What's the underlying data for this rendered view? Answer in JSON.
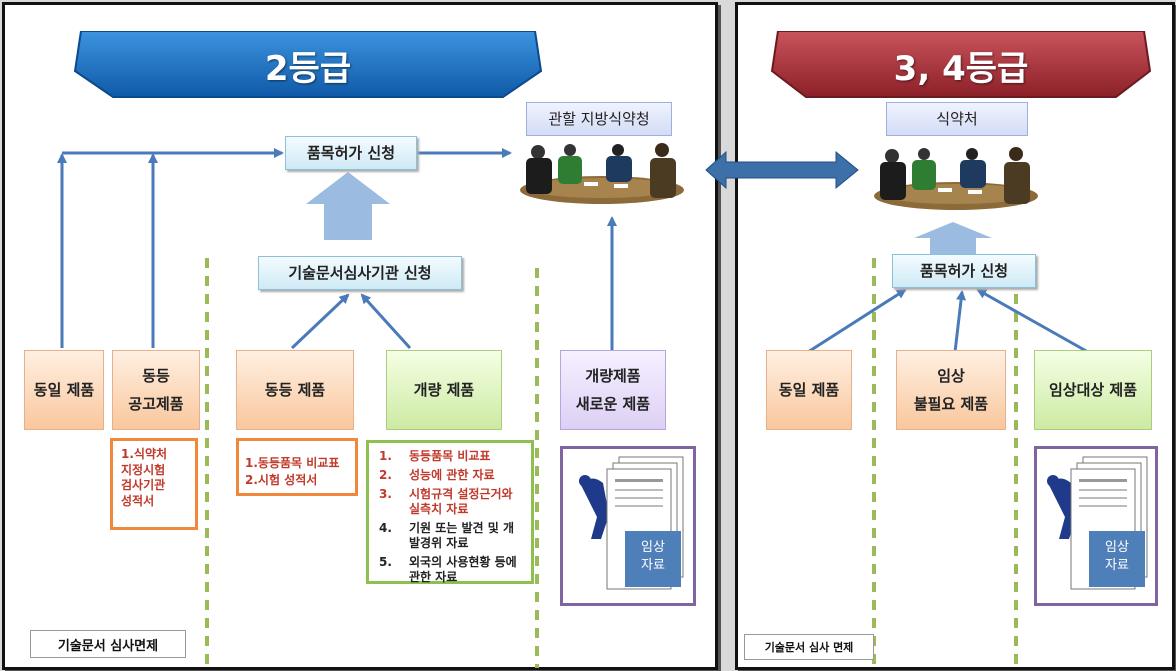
{
  "left": {
    "banner": "2등급",
    "apply_top": "품목허가 신청",
    "regional_office": "관할 지방식약청",
    "tech_review": "기술문서심사기관 신청",
    "products": {
      "same": "동일 제품",
      "equivalent_notice_1": "동등",
      "equivalent_notice_2": "공고제품",
      "equivalent": "동등 제품",
      "improved": "개량 제품",
      "improved_new_1": "개량제품",
      "improved_new_2": "새로운 제품"
    },
    "note_notice": [
      "1.식약처",
      "지정시험",
      "검사기관",
      "성적서"
    ],
    "note_equivalent": [
      "1.동등품목 비교표",
      "2.시험 성적서"
    ],
    "note_improved": [
      {
        "n": "1.",
        "text": "동등품목 비교표",
        "red": true
      },
      {
        "n": "2.",
        "text": "성능에 관한 자료",
        "red": true
      },
      {
        "n": "3.",
        "text": "시험규격 설정근거와 실측치 자료",
        "red": true
      },
      {
        "n": "4.",
        "text": "기원 또는 발견 및 개발경위 자료",
        "red": false
      },
      {
        "n": "5.",
        "text": "외국의 사용현황 등에 관한 자료",
        "red": false
      }
    ],
    "clinical_data": [
      "임상",
      "자료"
    ],
    "footer": "기술문서 심사면제"
  },
  "right": {
    "banner": "3, 4등급",
    "mfds": "식약처",
    "apply": "품목허가 신청",
    "products": {
      "same": "동일 제품",
      "clinical_unneeded_1": "임상",
      "clinical_unneeded_2": "불필요 제품",
      "clinical_target": "임상대상 제품"
    },
    "clinical_data": [
      "임상",
      "자료"
    ],
    "footer": "기술문서 심사 면제"
  },
  "colors": {
    "blue_banner": "#1f6fc4",
    "red_banner": "#a5333a",
    "arrow": "#4a7ab8",
    "dash_green": "#9bbb59",
    "note_orange": "#f0883c",
    "note_green": "#8cc152",
    "note_purple": "#8064a2"
  }
}
